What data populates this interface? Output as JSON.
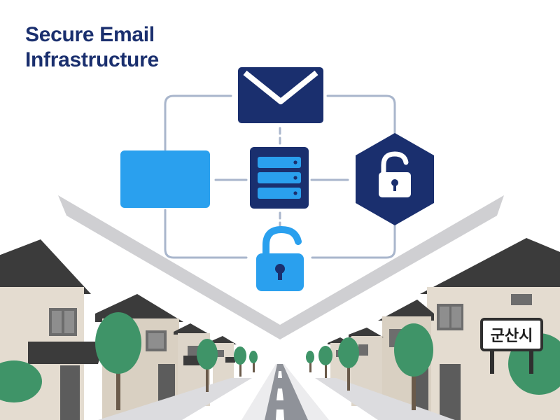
{
  "heading": {
    "line1": "Secure Email",
    "line2": "Infrastructure"
  },
  "sign": {
    "text": "군산시"
  },
  "icons": {
    "mail": "envelope-icon",
    "panel": "window-panel-icon",
    "server": "server-icon",
    "shield_lock": "hexagon-lock-icon",
    "open_lock": "unlocked-padlock-icon"
  },
  "colors": {
    "navy": "#1a2f6e",
    "sky": "#2aa0ee",
    "connector": "#a9b6cc",
    "road": "#8f9299",
    "tree": "#3f9468",
    "roof": "#3b3b3b"
  }
}
